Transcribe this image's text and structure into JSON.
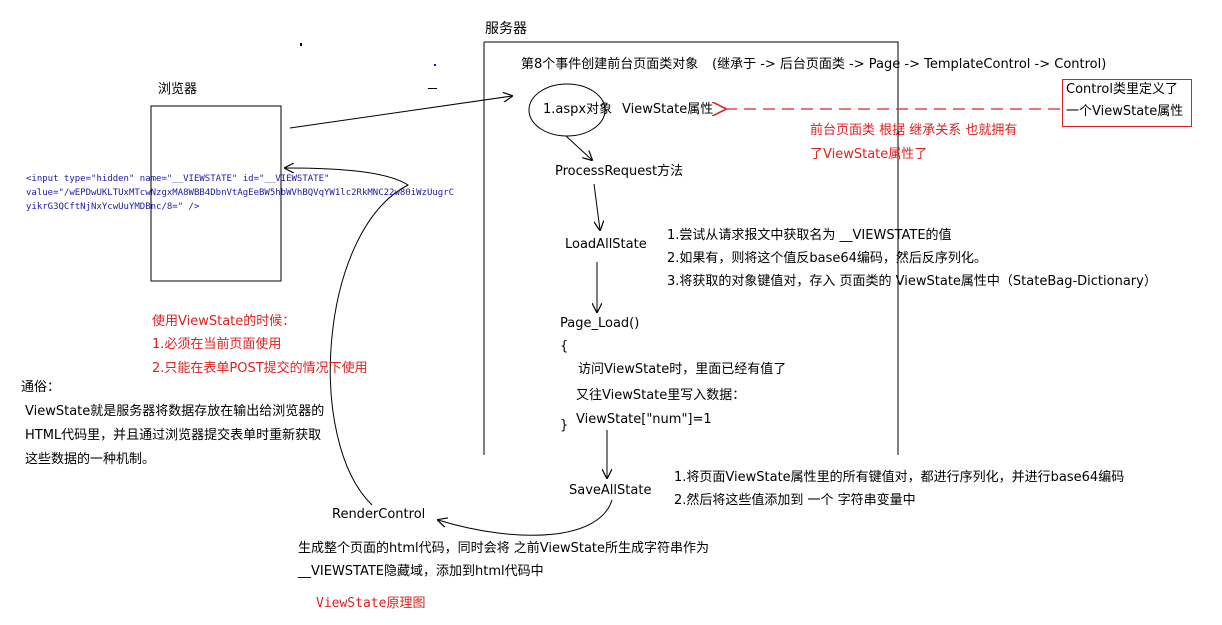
{
  "server": {
    "title": "服务器",
    "event_line": "第8个事件创建前台页面类对象",
    "inherit_line": "(继承于 -> 后台页面类 -> Page -> TemplateControl -> Control)",
    "aspx_object": "1.aspx对象",
    "viewstate_prop": "ViewState属性",
    "process_request": "ProcessRequest方法",
    "load_all_state": "LoadAllState",
    "load_notes": [
      "1.尝试从请求报文中获取名为 __VIEWSTATE的值",
      "2.如果有，则将这个值反base64编码，然后反序列化。",
      "3.将获取的对象键值对，存入 页面类的 ViewState属性中（StateBag-Dictionary）"
    ],
    "page_load": {
      "title": "Page_Load()",
      "open_brace": "{",
      "lines": [
        "访问ViewState时，里面已经有值了",
        "又往ViewState里写入数据：",
        "ViewState[\"num\"]=1"
      ],
      "close_brace": "}"
    },
    "save_all_state": "SaveAllState",
    "save_notes": [
      "1.将页面ViewState属性里的所有键值对，都进行序列化，并进行base64编码",
      "2.然后将这些值添加到 一个 字符串变量中"
    ],
    "render_control": "RenderControl",
    "render_notes": [
      "生成整个页面的html代码，同时会将 之前ViewState所生成字符串作为",
      "__VIEWSTATE隐藏域，添加到html代码中"
    ]
  },
  "control_box": {
    "lines": [
      "Control类里定义了",
      "一个ViewState属性"
    ]
  },
  "inherit_note": [
    "前台页面类 根据 继承关系 也就拥有",
    "了ViewState属性了"
  ],
  "browser": {
    "title": "浏览器",
    "hidden_input": [
      "<input type=\"hidden\" name=\"__VIEWSTATE\" id=\"__VIEWSTATE\"",
      "value=\"/wEPDwUKLTUxMTcwNzgxMA8WBB4DbnVtAgEeBW5hbWVhBQVqYW1lc2RkMNC22w80iWzUugrC",
      "yikrG3QCftNjNxYcwUuYMDBnc/8=\" />"
    ]
  },
  "usage_note": {
    "title": "使用ViewState的时候：",
    "lines": [
      "1.必须在当前页面使用",
      "2.只能在表单POST提交的情况下使用"
    ]
  },
  "plain_note": {
    "title": "通俗：",
    "lines": [
      "ViewState就是服务器将数据存放在输出给浏览器的",
      "HTML代码里，并且通过浏览器提交表单时重新获取",
      "这些数据的一种机制。"
    ]
  },
  "caption": "ViewState原理图",
  "colors": {
    "red": "#e02020",
    "code_blue": "#1a1aa8",
    "line": "#000000"
  }
}
